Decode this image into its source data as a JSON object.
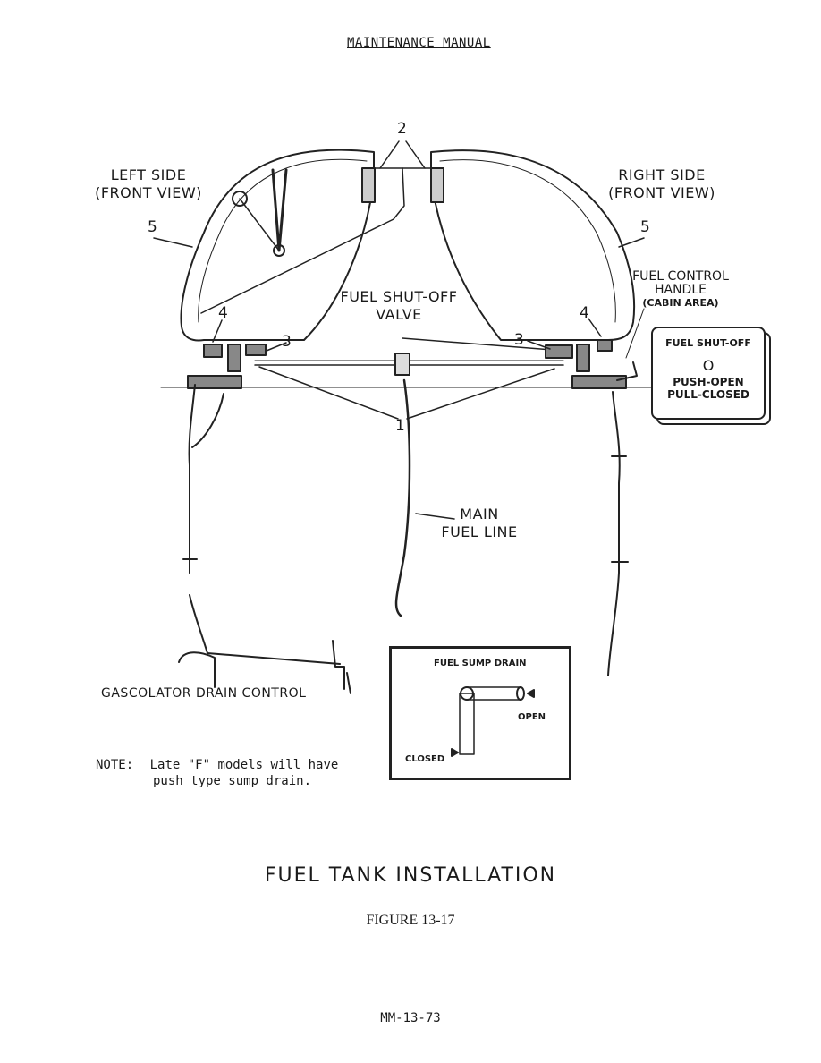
{
  "header": {
    "title": "MAINTENANCE MANUAL"
  },
  "diagram": {
    "left_side": [
      "LEFT SIDE",
      "(FRONT VIEW)"
    ],
    "right_side": [
      "RIGHT SIDE",
      "(FRONT VIEW)"
    ],
    "callouts": {
      "c1": "1",
      "c2": "2",
      "c3_left": "3",
      "c3_right": "3",
      "c4_left": "4",
      "c4_right": "4",
      "c5_left": "5",
      "c5_right": "5"
    },
    "fuel_shutoff_valve": [
      "FUEL SHUT-OFF",
      "VALVE"
    ],
    "fuel_control_handle": [
      "FUEL CONTROL",
      "HANDLE",
      "(CABIN AREA)"
    ],
    "placard": {
      "title": "FUEL SHUT-OFF",
      "symbol": "O",
      "push": "PUSH-OPEN",
      "pull": "PULL-CLOSED"
    },
    "main_fuel_line": [
      "MAIN",
      "FUEL LINE"
    ],
    "gascolator": "GASCOLATOR DRAIN CONTROL",
    "sump_drain": {
      "title": "FUEL SUMP DRAIN",
      "open": "OPEN",
      "closed": "CLOSED"
    }
  },
  "note": {
    "label": "NOTE:",
    "line1": "Late \"F\" models will have",
    "line2": "push type sump drain."
  },
  "figure": {
    "title": "FUEL TANK  INSTALLATION",
    "number": "FIGURE 13-17"
  },
  "footer": {
    "page": "MM-13-73"
  }
}
